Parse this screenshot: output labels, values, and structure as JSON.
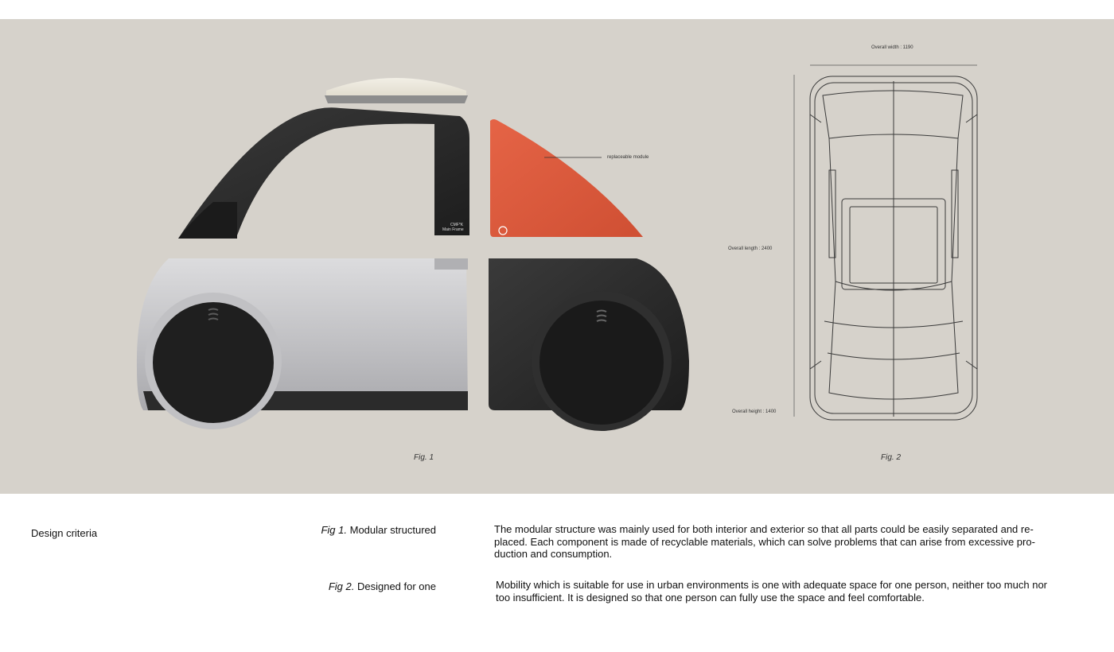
{
  "board": {
    "module_label": "replaceable module",
    "frame_label_line1": "CMF*K",
    "frame_label_line2": "Main Frame",
    "overall_width": "Overall width : 1190",
    "overall_length": "Overall length : 2400",
    "overall_height": "Overall height : 1400",
    "fig1_caption": "Fig. 1",
    "fig2_caption": "Fig. 2"
  },
  "colors": {
    "board_bg": "#d6d2cb",
    "module_orange": "#e05a3d",
    "frame_dark": "#2a2a2a",
    "body_silver": "#c9c9cb"
  },
  "criteria": {
    "heading": "Design criteria",
    "items": [
      {
        "fig": "Fig 1.",
        "title": "Modular structured",
        "lines": [
          "The modular structure was mainly used for both interior and exterior so that all parts could be easily separated and re-",
          "placed. Each component is made of recyclable materials, which can solve problems that can arise from excessive pro-",
          "duction and consumption."
        ]
      },
      {
        "fig": "Fig 2.",
        "title": "Designed for one",
        "lines": [
          "Mobility which is suitable for use in urban environments is one with adequate space for one person, neither too much nor",
          "too insufficient. It is designed so that one person can fully use the space and feel comfortable."
        ]
      }
    ]
  }
}
